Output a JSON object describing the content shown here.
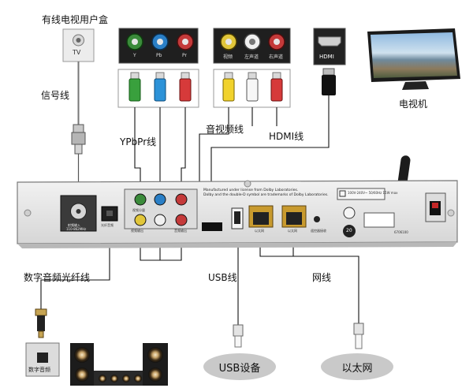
{
  "labels": {
    "cable_tv_box": "有线电视用户盒",
    "tv_port": "TV",
    "signal_line": "信号线",
    "ypbpr_line": "YPbPr线",
    "av_line": "音视频线",
    "hdmi_line": "HDMI线",
    "tv_set": "电视机",
    "optical_line": "数字音频光纤线",
    "usb_line": "USB线",
    "network_line": "网线",
    "usb_device": "USB设备",
    "ethernet": "以太网",
    "optical_port_name": "数字音频",
    "hdmi_box_label": "HDMI"
  },
  "component_ports": [
    "Y",
    "Pb",
    "Pr"
  ],
  "av_ports": [
    "视频",
    "左声道",
    "右声道"
  ],
  "panel": {
    "license_line1": "Manufactured under license from Dolby Laboratories.",
    "license_line2": "Dolby and the double-D symbol are trademarks of Dolby Laboratories.",
    "rf_in": "射频输入",
    "rf_freq": "110-862MHz",
    "optical": "光纤音频",
    "component": "视频分量",
    "video_out": "视频输出",
    "audio_out": "音频输出",
    "lan1": "以太网",
    "lan2": "以太网",
    "power": "100V-240V~ 50/60Hz 15W max",
    "model": "6706100",
    "reset": "遥控器接收",
    "compliance": "20"
  }
}
